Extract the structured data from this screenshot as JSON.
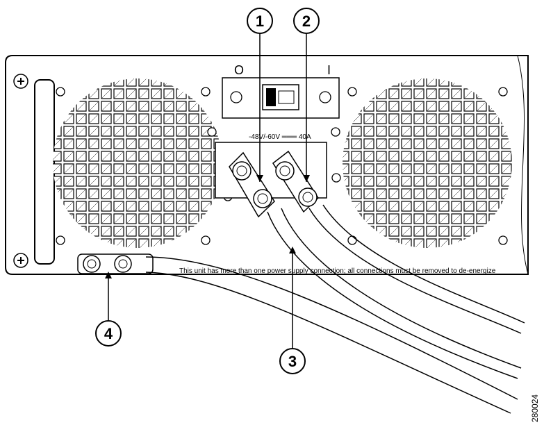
{
  "switch_labels": {
    "off": "O",
    "on": "I"
  },
  "rating_text": "-48V/-60V ═══ 40A",
  "warning_text": "This unit has more than one power supply connection; all connections must be removed to de-energize",
  "callouts": [
    {
      "number": "1"
    },
    {
      "number": "2"
    },
    {
      "number": "3"
    },
    {
      "number": "4"
    }
  ],
  "figure_id": "280024",
  "colors": {
    "line": "#000000",
    "panel": "#ffffff",
    "cable": "#ffffff"
  }
}
